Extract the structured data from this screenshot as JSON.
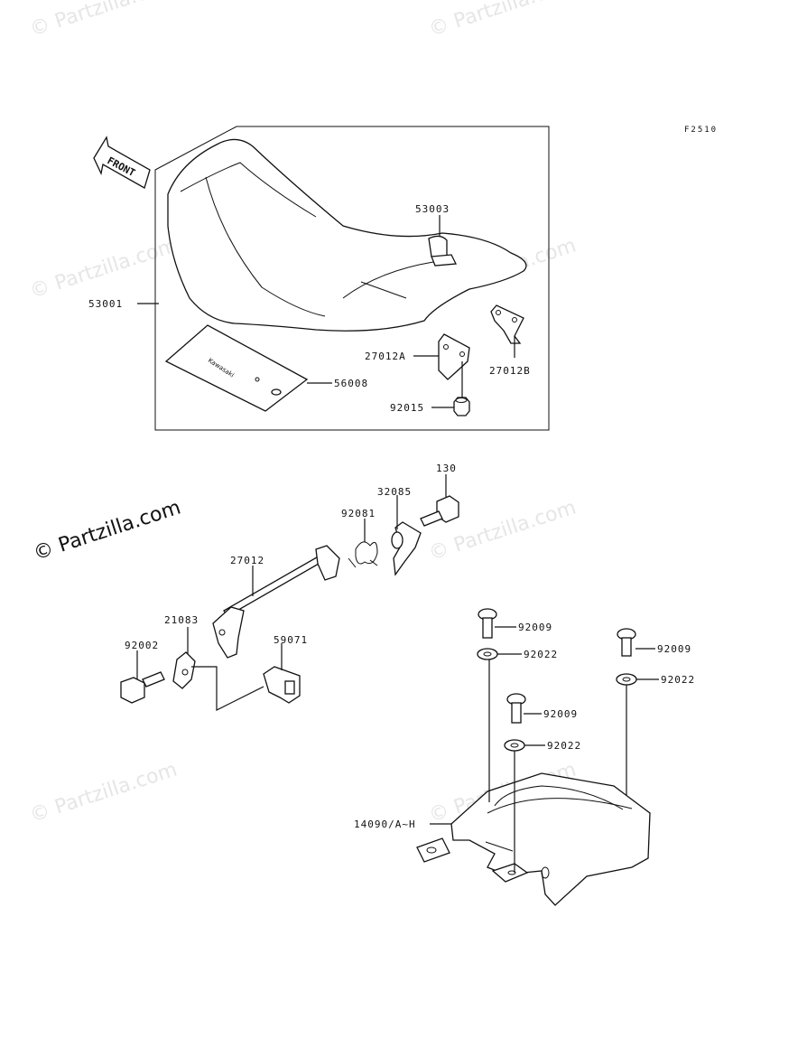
{
  "diagram": {
    "code": "F2510",
    "brand_watermark": "© Partzilla.com",
    "background_watermark": "© Partzilla.com",
    "front_label": "FRONT",
    "seat_card_text": "Kawasaki",
    "parts": [
      {
        "id": "53003",
        "label": "53003"
      },
      {
        "id": "53001",
        "label": "53001"
      },
      {
        "id": "27012a",
        "label": "27012A"
      },
      {
        "id": "27012b",
        "label": "27012B"
      },
      {
        "id": "56008",
        "label": "56008"
      },
      {
        "id": "92015",
        "label": "92015"
      },
      {
        "id": "130",
        "label": "130"
      },
      {
        "id": "32085",
        "label": "32085"
      },
      {
        "id": "92081",
        "label": "92081"
      },
      {
        "id": "27012",
        "label": "27012"
      },
      {
        "id": "21083",
        "label": "21083"
      },
      {
        "id": "92002",
        "label": "92002"
      },
      {
        "id": "59071",
        "label": "59071"
      },
      {
        "id": "92009-a",
        "label": "92009"
      },
      {
        "id": "92022-a",
        "label": "92022"
      },
      {
        "id": "92009-b",
        "label": "92009"
      },
      {
        "id": "92022-b",
        "label": "92022"
      },
      {
        "id": "92009-c",
        "label": "92009"
      },
      {
        "id": "92022-c",
        "label": "92022"
      },
      {
        "id": "14090",
        "label": "14090/A~H"
      }
    ]
  }
}
